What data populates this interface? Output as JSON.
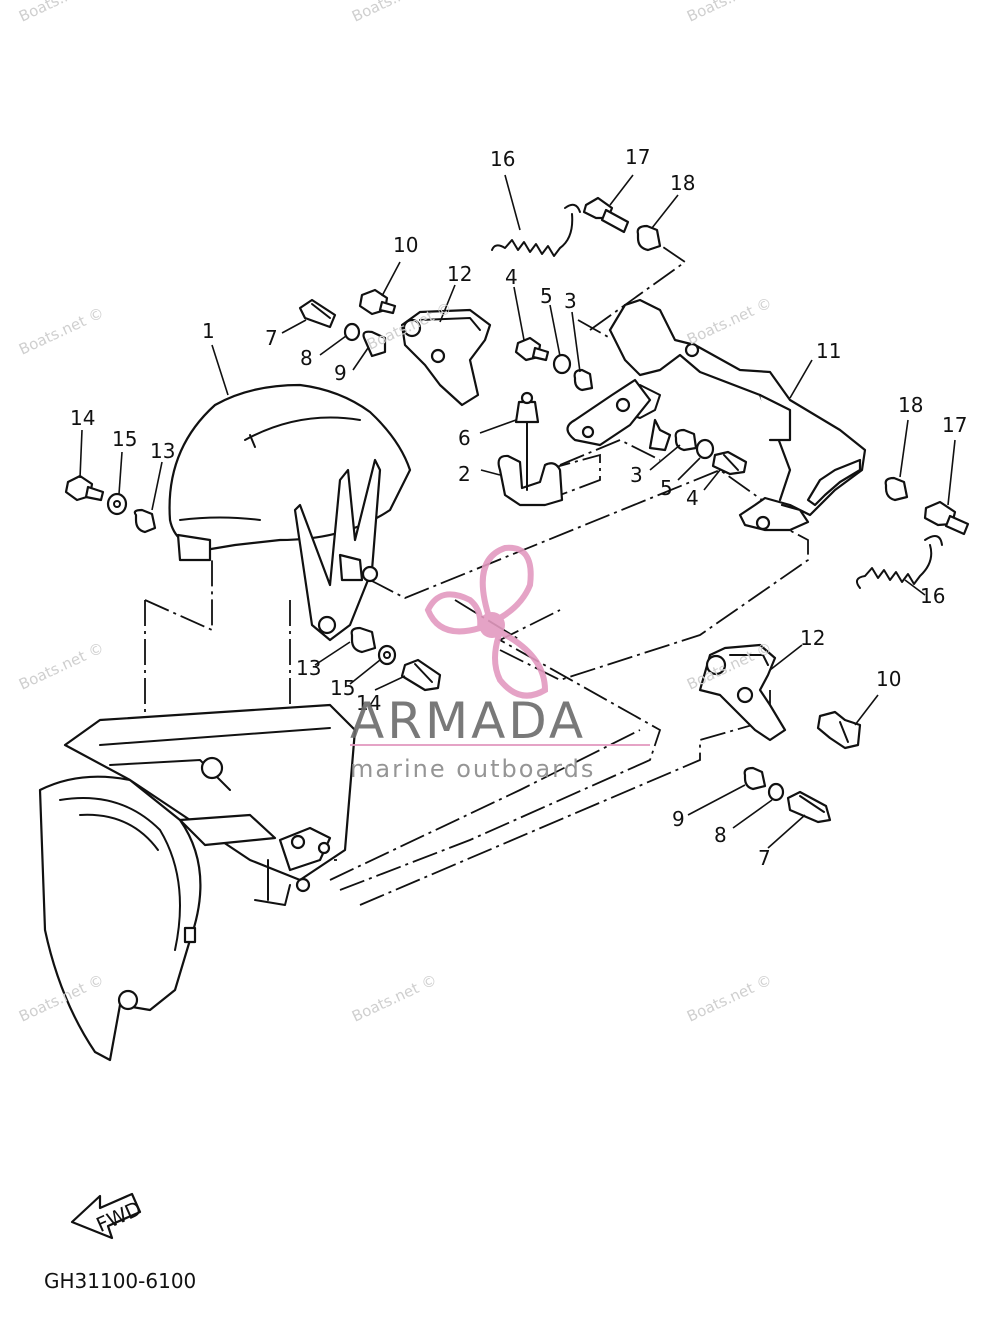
{
  "diagram": {
    "drawing_code": "GH31100-6100",
    "fwd_label": "FWD",
    "callouts": [
      {
        "id": "c1",
        "label": "1"
      },
      {
        "id": "c2",
        "label": "2"
      },
      {
        "id": "c3a",
        "label": "3"
      },
      {
        "id": "c3b",
        "label": "3"
      },
      {
        "id": "c4a",
        "label": "4"
      },
      {
        "id": "c4b",
        "label": "4"
      },
      {
        "id": "c5a",
        "label": "5"
      },
      {
        "id": "c5b",
        "label": "5"
      },
      {
        "id": "c6",
        "label": "6"
      },
      {
        "id": "c7a",
        "label": "7"
      },
      {
        "id": "c7b",
        "label": "7"
      },
      {
        "id": "c8a",
        "label": "8"
      },
      {
        "id": "c8b",
        "label": "8"
      },
      {
        "id": "c9a",
        "label": "9"
      },
      {
        "id": "c9b",
        "label": "9"
      },
      {
        "id": "c10a",
        "label": "10"
      },
      {
        "id": "c10b",
        "label": "10"
      },
      {
        "id": "c11",
        "label": "11"
      },
      {
        "id": "c12a",
        "label": "12"
      },
      {
        "id": "c12b",
        "label": "12"
      },
      {
        "id": "c13a",
        "label": "13"
      },
      {
        "id": "c13b",
        "label": "13"
      },
      {
        "id": "c14a",
        "label": "14"
      },
      {
        "id": "c14b",
        "label": "14"
      },
      {
        "id": "c15a",
        "label": "15"
      },
      {
        "id": "c15b",
        "label": "15"
      },
      {
        "id": "c16a",
        "label": "16"
      },
      {
        "id": "c16b",
        "label": "16"
      },
      {
        "id": "c17a",
        "label": "17"
      },
      {
        "id": "c17b",
        "label": "17"
      },
      {
        "id": "c18a",
        "label": "18"
      },
      {
        "id": "c18b",
        "label": "18"
      }
    ]
  },
  "watermark": {
    "text": "Boats.net ©",
    "logo_name": "ARMADA",
    "logo_tagline": "marine outboards",
    "logo_color": "#e39ac0"
  }
}
